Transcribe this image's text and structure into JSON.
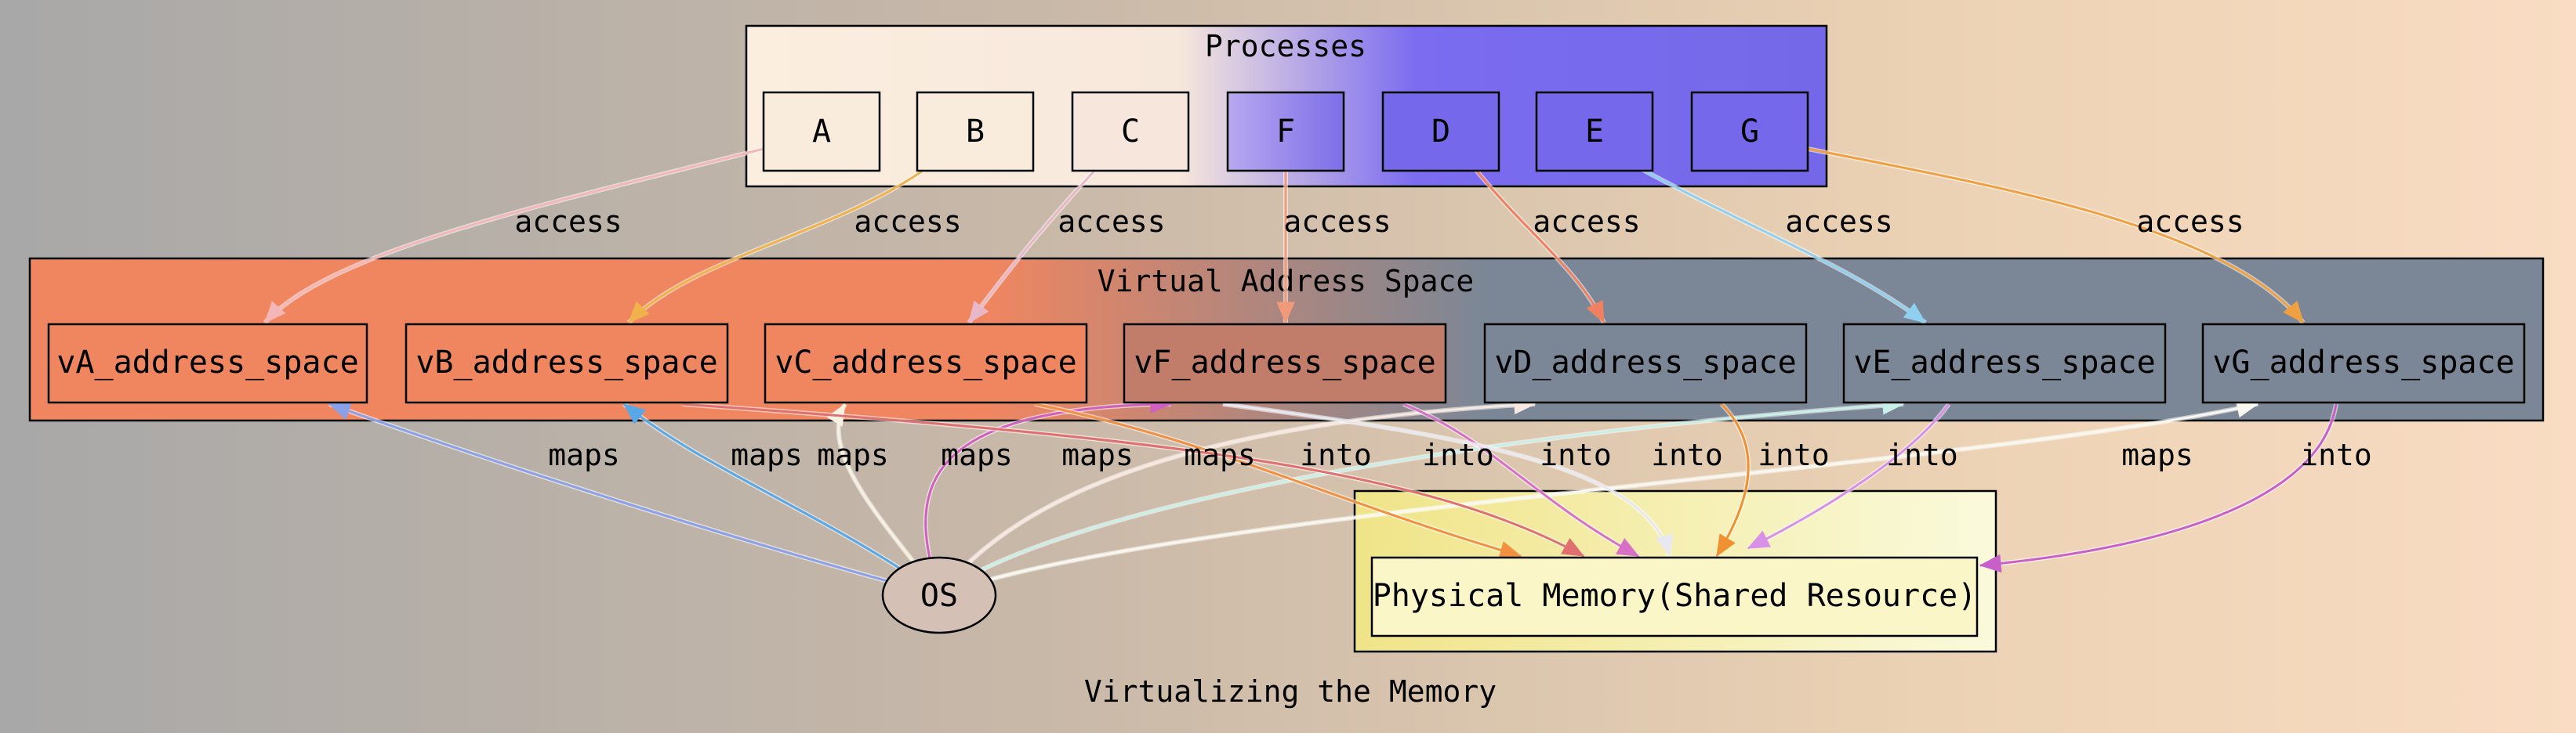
{
  "caption": "Virtualizing the Memory",
  "clusters": {
    "processes": {
      "label": "Processes"
    },
    "virtual": {
      "label": "Virtual Address Space"
    },
    "physical": {
      "label": "Physical Memory(Shared Resource)"
    }
  },
  "processes": [
    "A",
    "B",
    "C",
    "F",
    "D",
    "E",
    "G"
  ],
  "address_spaces": [
    "vA_address_space",
    "vB_address_space",
    "vC_address_space",
    "vF_address_space",
    "vD_address_space",
    "vE_address_space",
    "vG_address_space"
  ],
  "os_label": "OS",
  "edge_labels": {
    "access": "access",
    "maps": "maps",
    "into": "into"
  },
  "colors": {
    "access_edges": [
      "#f4b6b6",
      "#f0b24a",
      "#e8b8c8",
      "#f09a7a",
      "#f08060",
      "#8fd0f0",
      "#f0a040"
    ],
    "maps_edges": [
      "#8aa0e8",
      "#58a8e8",
      "#f8f0e0",
      "#d060c0",
      "#f8e8e0",
      "#c8f0e8",
      "#f8f8f0"
    ],
    "into_edges": [
      "#f09040",
      "#e07070",
      "#d870c8",
      "#e8e8f0",
      "#f09030",
      "#d890e8",
      "#c860c8"
    ],
    "vas_left_fill": "#f08660",
    "vas_right_fill": "#7b8796",
    "physical_fill": "#f4ec98"
  }
}
